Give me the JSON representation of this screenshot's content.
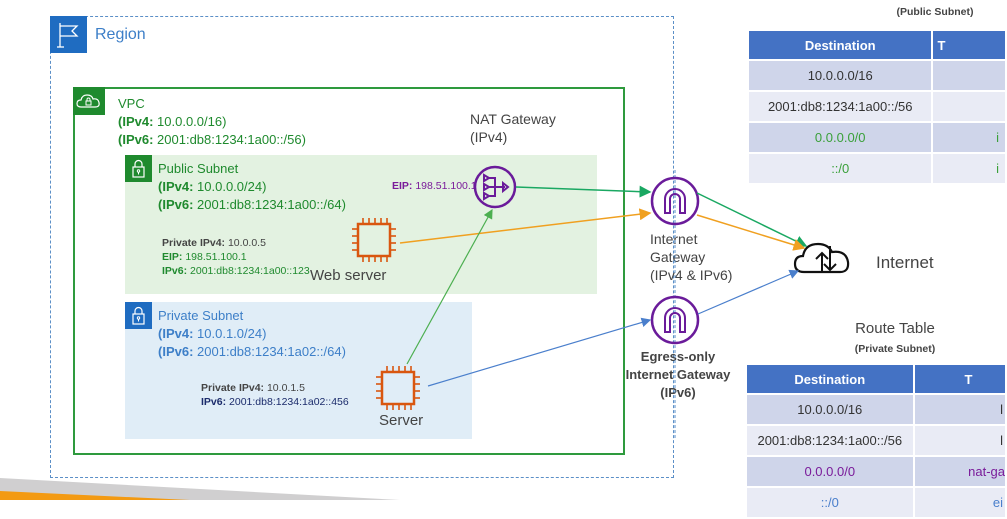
{
  "region": {
    "label": "Region"
  },
  "vpc": {
    "name": "VPC",
    "ipv4_key": "(IPv4:",
    "ipv4_val": "10.0.0.0/16)",
    "ipv6_key": "(IPv6:",
    "ipv6_val": "2001:db8:1234:1a00::/56)"
  },
  "public_subnet": {
    "name": "Public Subnet",
    "ipv4_key": "(IPv4:",
    "ipv4_val": "10.0.0.0/24)",
    "ipv6_key": "(IPv6:",
    "ipv6_val": "2001:db8:1234:1a00::/64)",
    "instance": {
      "private_ipv4_key": "Private IPv4:",
      "private_ipv4_val": "10.0.0.5",
      "eip_key": "EIP:",
      "eip_val": "198.51.100.1",
      "ipv6_key": "IPv6:",
      "ipv6_val": "2001:db8:1234:1a00::123",
      "label": "Web server"
    }
  },
  "private_subnet": {
    "name": "Private Subnet",
    "ipv4_key": "(IPv4:",
    "ipv4_val": "10.0.1.0/24)",
    "ipv6_key": "(IPv6:",
    "ipv6_val": "2001:db8:1234:1a02::/64)",
    "instance": {
      "private_ipv4_key": "Private IPv4:",
      "private_ipv4_val": "10.0.1.5",
      "ipv6_key": "IPv6:",
      "ipv6_val": "2001:db8:1234:1a02::456",
      "label": "Server"
    }
  },
  "nat_gateway": {
    "line1": "NAT Gateway",
    "line2": "(IPv4)",
    "eip_key": "EIP:",
    "eip_val": "198.51.100.1"
  },
  "internet_gateway": {
    "line1": "Internet",
    "line2": "Gateway",
    "line3": "(IPv4 & IPv6)"
  },
  "egress_gateway": {
    "line1": "Egress-only",
    "line2": "Internet Gateway",
    "line3": "(IPv6)"
  },
  "internet": {
    "label": "Internet"
  },
  "public_route_table": {
    "subtitle": "(Public Subnet)",
    "headers": [
      "Destination",
      "T"
    ],
    "rows": [
      {
        "dest": "10.0.0.0/16",
        "target": ""
      },
      {
        "dest": "2001:db8:1234:1a00::/56",
        "target": ""
      },
      {
        "dest": "0.0.0.0/0",
        "target": "i"
      },
      {
        "dest": "::/0",
        "target": "i"
      }
    ]
  },
  "private_route_table": {
    "title": "Route Table",
    "subtitle": "(Private Subnet)",
    "headers": [
      "Destination",
      "T"
    ],
    "rows": [
      {
        "dest": "10.0.0.0/16",
        "target": "l"
      },
      {
        "dest": "2001:db8:1234:1a00::/56",
        "target": "l"
      },
      {
        "dest": "0.0.0.0/0",
        "target": "nat-ga"
      },
      {
        "dest": "::/0",
        "target": "ei"
      }
    ]
  },
  "colors": {
    "region_blue": "#1f6cc1",
    "vpc_green": "#1f8a2e",
    "gateway_purple": "#6a1b9a",
    "ec2_orange": "#d9560f",
    "arrow_green": "#1aa862",
    "arrow_orange": "#f0a020",
    "arrow_blue": "#4a7fcc",
    "table_header": "#4472c4"
  }
}
